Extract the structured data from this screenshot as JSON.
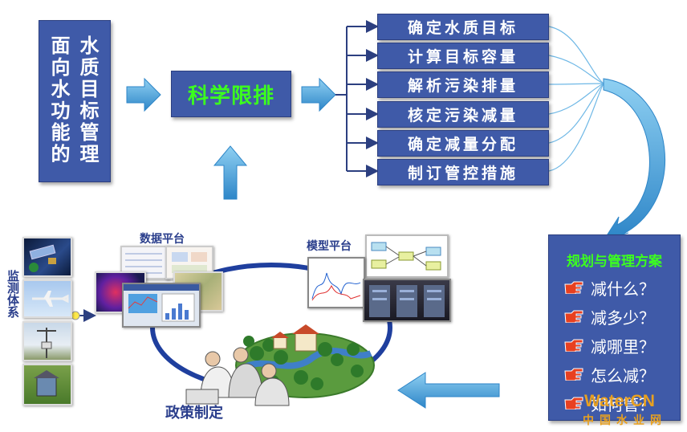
{
  "left_title": {
    "col_right": "水质目标管理",
    "col_left": "面向水功能的"
  },
  "center": {
    "label": "科学限排"
  },
  "steps": [
    "确定水质目标",
    "计算目标容量",
    "解析污染排量",
    "核定污染减量",
    "确定减量分配",
    "制订管控措施"
  ],
  "plan": {
    "title": "规划与管理方案",
    "questions": [
      "减什么？",
      "减多少？",
      "减哪里？",
      "怎么减？",
      "如何管？"
    ]
  },
  "labels": {
    "monitoring": "监测体系",
    "data_platform": "数据平台",
    "model_platform": "模型平台",
    "policy": "政策制定"
  },
  "watermark": {
    "logo": "WaterCN",
    "text": "中国水业网"
  },
  "colors": {
    "box": "#3f5aa8",
    "arrow": "#4aa3d8",
    "highlight": "#3cff1e",
    "text": "#2a3e8c"
  }
}
